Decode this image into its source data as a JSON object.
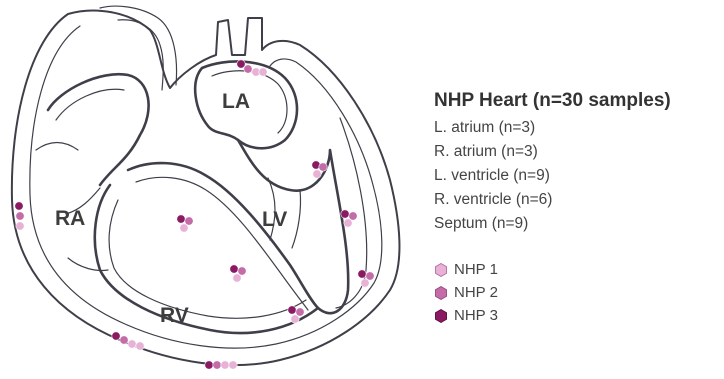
{
  "diagram": {
    "chambers": {
      "la": "LA",
      "ra": "RA",
      "lv": "LV",
      "rv": "RV"
    },
    "outline_color": "#3f3f4a"
  },
  "panel": {
    "title": "NHP Heart (n=30 samples)",
    "regions": [
      {
        "label": "L. atrium (n=3)"
      },
      {
        "label": "R. atrium (n=3)"
      },
      {
        "label": "L. ventricle (n=9)"
      },
      {
        "label": "R. ventricle (n=6)"
      },
      {
        "label": "Septum (n=9)"
      }
    ]
  },
  "legend": {
    "items": [
      {
        "label": "NHP 1",
        "color": "#e7b2d6"
      },
      {
        "label": "NHP 2",
        "color": "#c46ca8"
      },
      {
        "label": "NHP 3",
        "color": "#8a1a62"
      }
    ]
  }
}
